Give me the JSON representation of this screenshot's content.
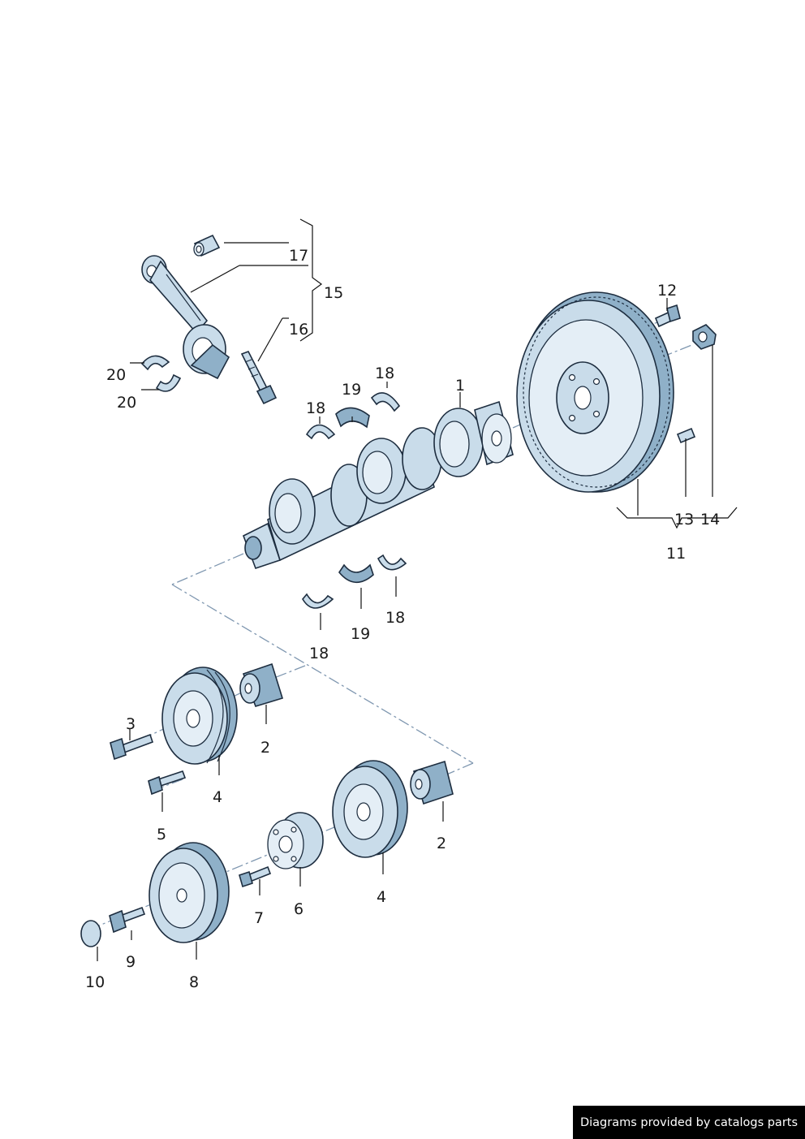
{
  "callouts": {
    "c1": "1",
    "c2a": "2",
    "c2b": "2",
    "c3": "3",
    "c4a": "4",
    "c4b": "4",
    "c5": "5",
    "c6": "6",
    "c7": "7",
    "c8": "8",
    "c9": "9",
    "c10": "10",
    "c11": "11",
    "c12": "12",
    "c13": "13",
    "c14": "14",
    "c15": "15",
    "c16": "16",
    "c17": "17",
    "c18a": "18",
    "c18b": "18",
    "c18c": "18",
    "c18d": "18",
    "c19a": "19",
    "c19b": "19",
    "c20a": "20",
    "c20b": "20"
  },
  "credit": "Diagrams provided by catalogs parts",
  "colors": {
    "part_fill": "#c9dcea",
    "outline": "#1d2d3f",
    "axis_line": "#7f97b0",
    "credit_bg": "#000000"
  }
}
